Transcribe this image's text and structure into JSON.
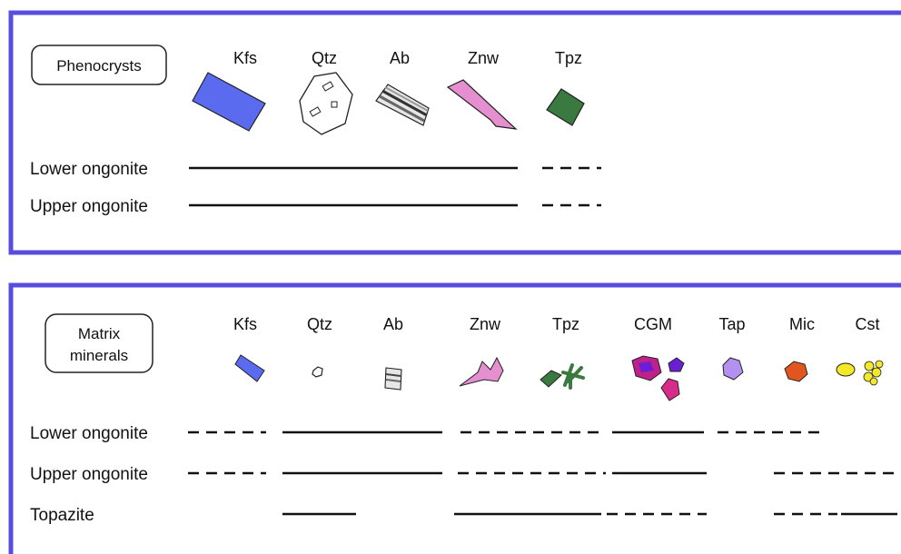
{
  "panels": [
    {
      "id": "phenocrysts",
      "title_lines": [
        "Phenocrysts"
      ],
      "minerals": [
        "Kfs",
        "Qtz",
        "Ab",
        "Znw",
        "Tpz"
      ],
      "rows": [
        {
          "label": "Lower ongonite",
          "segments": [
            {
              "from": "Kfs",
              "to": "Znw",
              "style": "solid"
            },
            {
              "from": "Tpz",
              "to": "Tpz",
              "style": "dashed"
            }
          ]
        },
        {
          "label": "Upper ongonite",
          "segments": [
            {
              "from": "Kfs",
              "to": "Znw",
              "style": "solid"
            },
            {
              "from": "Tpz",
              "to": "Tpz",
              "style": "dashed"
            }
          ]
        }
      ]
    },
    {
      "id": "matrix",
      "title_lines": [
        "Matrix",
        "minerals"
      ],
      "minerals": [
        "Kfs",
        "Qtz",
        "Ab",
        "Znw",
        "Tpz",
        "CGM",
        "Tap",
        "Mic",
        "Cst"
      ],
      "rows": [
        {
          "label": "Lower ongonite",
          "segments": [
            {
              "from": "Kfs",
              "to": "Kfs",
              "style": "dashed"
            },
            {
              "from": "Qtz",
              "to": "Ab",
              "style": "solid"
            },
            {
              "from": "Znw",
              "to": "Tpz",
              "style": "dashed"
            },
            {
              "from": "CGM",
              "to": "CGM",
              "style": "solid"
            },
            {
              "from": "Tap",
              "to": "Mic",
              "style": "dashed"
            }
          ]
        },
        {
          "label": "Upper ongonite",
          "segments": [
            {
              "from": "Kfs",
              "to": "Kfs",
              "style": "dashed"
            },
            {
              "from": "Qtz",
              "to": "Ab",
              "style": "solid"
            },
            {
              "from": "Znw",
              "to": "Tpz",
              "style": "dashed"
            },
            {
              "from": "CGM",
              "to": "CGM",
              "style": "solid"
            },
            {
              "from": "Mic",
              "to": "Cst",
              "style": "dashed"
            }
          ]
        },
        {
          "label": "Topazite",
          "segments": [
            {
              "from": "Qtz",
              "to": "Qtz",
              "style": "solid"
            },
            {
              "from": "Znw",
              "to": "Tpz",
              "style": "solid"
            },
            {
              "from": "CGM",
              "to": "CGM",
              "style": "dashed"
            },
            {
              "from": "Mic",
              "to": "Mic",
              "style": "dashed"
            },
            {
              "from": "Cst",
              "to": "Cst",
              "style": "solid"
            }
          ]
        }
      ]
    }
  ],
  "mineral_colors": {
    "Kfs": "#5b6bf0",
    "Qtz": "#ffffff",
    "Ab": "#9a9a9a",
    "Znw": "#e58fd0",
    "Tpz": "#3a7a40",
    "CGM": "#c0208a",
    "Tap": "#b490f0",
    "Mic": "#e0561e",
    "Cst": "#f4e82a"
  },
  "accent_border": "#5b4ce0"
}
